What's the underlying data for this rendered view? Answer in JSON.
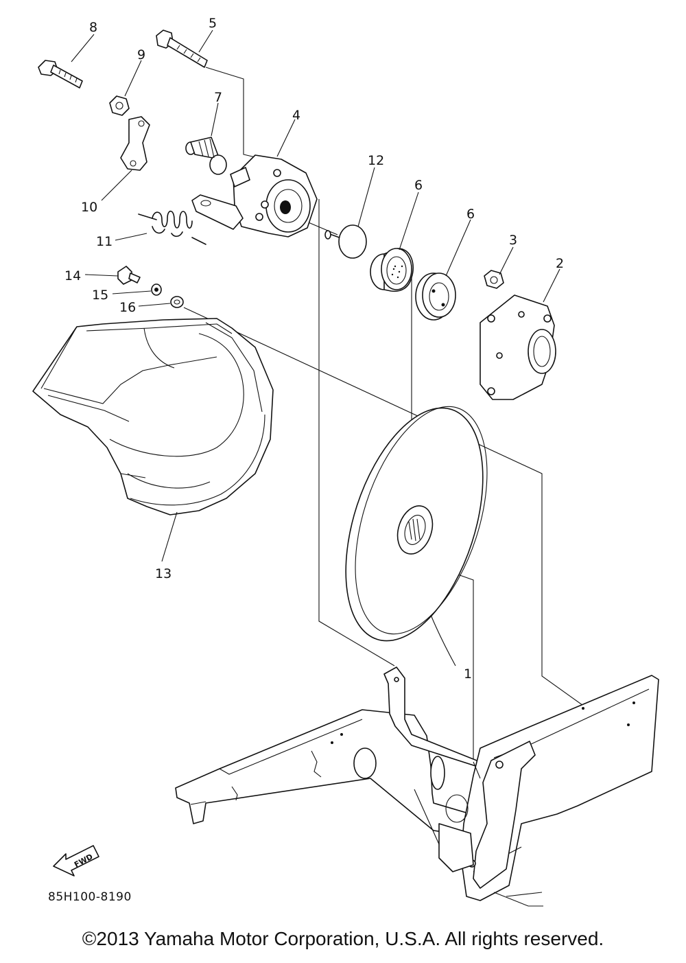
{
  "callouts": [
    {
      "id": "1",
      "label": "1"
    },
    {
      "id": "2",
      "label": "2"
    },
    {
      "id": "3",
      "label": "3"
    },
    {
      "id": "4",
      "label": "4"
    },
    {
      "id": "5",
      "label": "5"
    },
    {
      "id": "6a",
      "label": "6"
    },
    {
      "id": "6b",
      "label": "6"
    },
    {
      "id": "7",
      "label": "7"
    },
    {
      "id": "8",
      "label": "8"
    },
    {
      "id": "9",
      "label": "9"
    },
    {
      "id": "10",
      "label": "10"
    },
    {
      "id": "11",
      "label": "11"
    },
    {
      "id": "12",
      "label": "12"
    },
    {
      "id": "13",
      "label": "13"
    },
    {
      "id": "14",
      "label": "14"
    },
    {
      "id": "15",
      "label": "15"
    },
    {
      "id": "16",
      "label": "16"
    }
  ],
  "direction_arrow": {
    "label": "FWD",
    "icon": "fwd-arrow-icon"
  },
  "part_code": "85H100-8190",
  "copyright": "©2013 Yamaha Motor Corporation, U.S.A. All rights reserved."
}
